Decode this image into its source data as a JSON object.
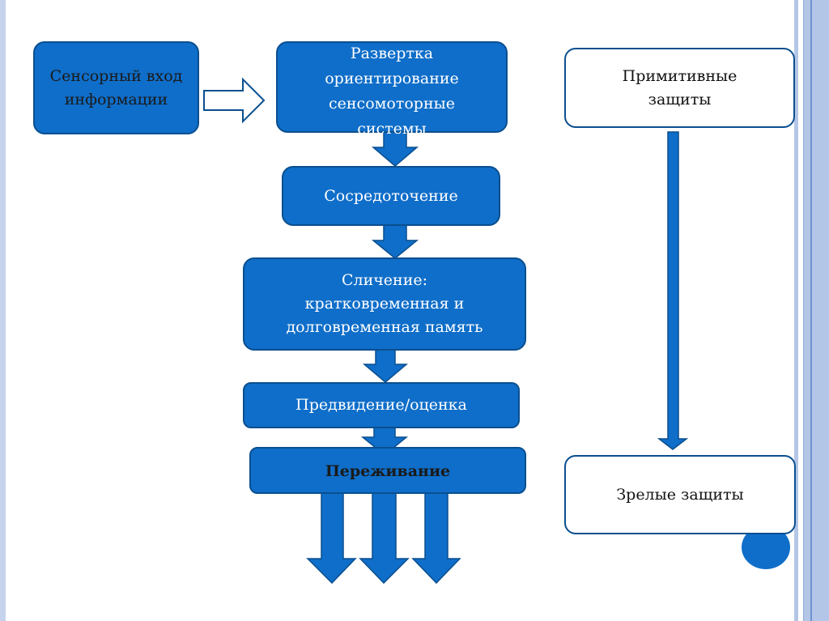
{
  "diagram": {
    "input_box": "Сенсорный вход информации",
    "steps": [
      "Развертка ориентирование сенсомоторные системы",
      "Сосредоточение",
      "Сличение: кратковременная и долговременная память",
      "Предвидение/оценка",
      "Переживание"
    ],
    "defenses": {
      "top": "Примитивные защиты",
      "bottom": "Зрелые защиты"
    },
    "colors": {
      "fill": "#0f6ec9",
      "stroke": "#0a4f8f",
      "border_stripe": "#b4c6e7"
    }
  }
}
